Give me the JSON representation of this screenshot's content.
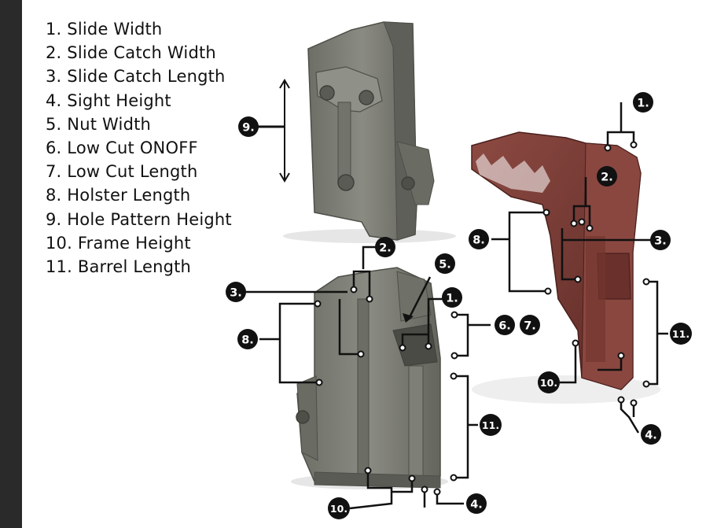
{
  "legend": {
    "items": [
      "1. Slide Width",
      "2. Slide Catch Width",
      "3. Slide Catch Length",
      "4. Sight Height",
      "5. Nut Width",
      "6. Low Cut ONOFF",
      "7. Low Cut Length",
      "8. Holster Length",
      "9. Hole Pattern Height",
      "10. Frame Height",
      "11. Barrel Length"
    ]
  },
  "callouts": {
    "n1": "1.",
    "n2": "2.",
    "n3": "3.",
    "n4": "4.",
    "n5": "5.",
    "n6": "6.",
    "n7": "7.",
    "n8": "8.",
    "n9": "9.",
    "n10": "10.",
    "n11": "11."
  },
  "colors": {
    "sidebar": "#2a2a2a",
    "holster_body": "#7a7b72",
    "holster_dark": "#55564f",
    "pistol": "#7a3a34",
    "callout": "#111111"
  }
}
